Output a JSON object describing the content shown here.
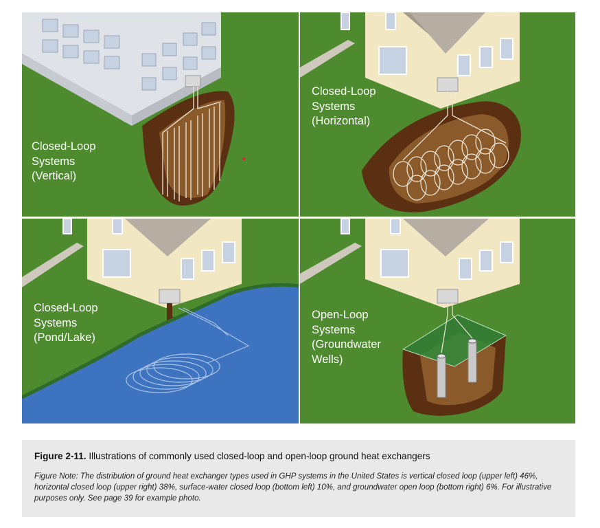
{
  "panels": {
    "vertical": {
      "label": "Closed-Loop\nSystems\n(Vertical)"
    },
    "horizontal": {
      "label": "Closed-Loop\nSystems\n(Horizontal)"
    },
    "pond": {
      "label": "Closed-Loop\nSystems\n(Pond/Lake)"
    },
    "groundwater": {
      "label": "Open-Loop\nSystems\n(Groundwater\nWells)"
    }
  },
  "caption": {
    "figure_number": "Figure 2-11.",
    "title": " Illustrations of commonly used closed-loop and open-loop ground heat exchangers",
    "note": "Figure Note: The distribution of ground heat exchanger types used in GHP systems in the United States is vertical closed loop (upper left) 46%, horizontal closed loop (upper right) 38%, surface-water closed loop (bottom left) 10%, and groundwater open loop (bottom right) 6%. For illustrative purposes only. See page 39 for example photo."
  },
  "colors": {
    "grass": "#4e8a2e",
    "soil": "#5a2f12",
    "soil_light": "#8b5a2b",
    "water": "#3d73bf",
    "house_wall": "#f1e7c2",
    "roof": "#a39a8e",
    "building": "#d9dde3"
  }
}
